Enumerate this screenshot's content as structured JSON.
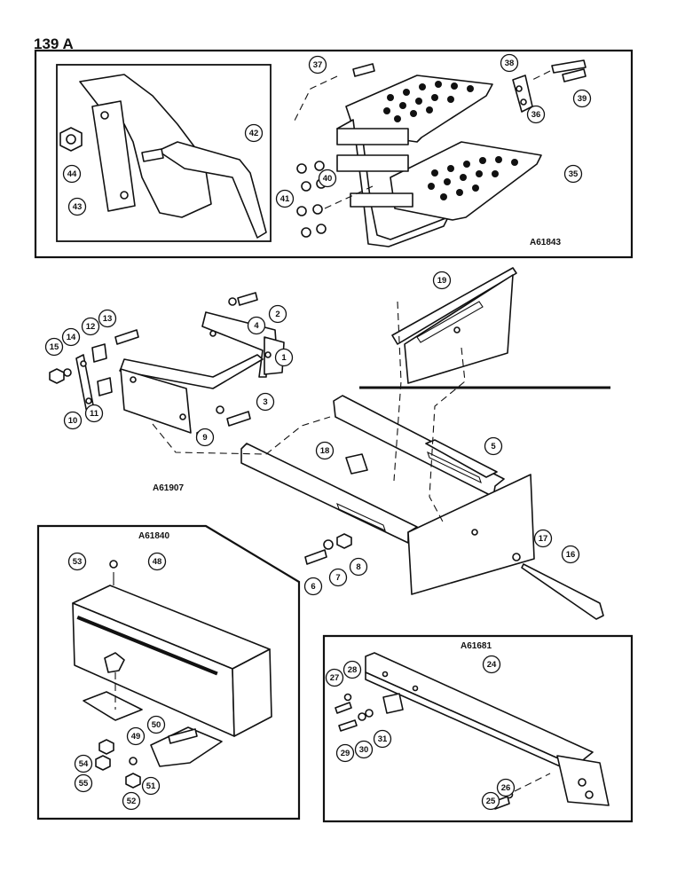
{
  "page_number": "139 A",
  "references": {
    "top": "A61843",
    "middle": "A61907",
    "toolbox": "A61840",
    "bracket": "A61681"
  },
  "callouts": [
    "1",
    "2",
    "3",
    "4",
    "5",
    "6",
    "7",
    "8",
    "9",
    "10",
    "11",
    "12",
    "13",
    "14",
    "15",
    "16",
    "17",
    "18",
    "19",
    "24",
    "25",
    "26",
    "27",
    "28",
    "29",
    "30",
    "31",
    "35",
    "36",
    "37",
    "38",
    "39",
    "40",
    "41",
    "42",
    "43",
    "44",
    "48",
    "49",
    "50",
    "51",
    "52",
    "53",
    "54",
    "55"
  ]
}
